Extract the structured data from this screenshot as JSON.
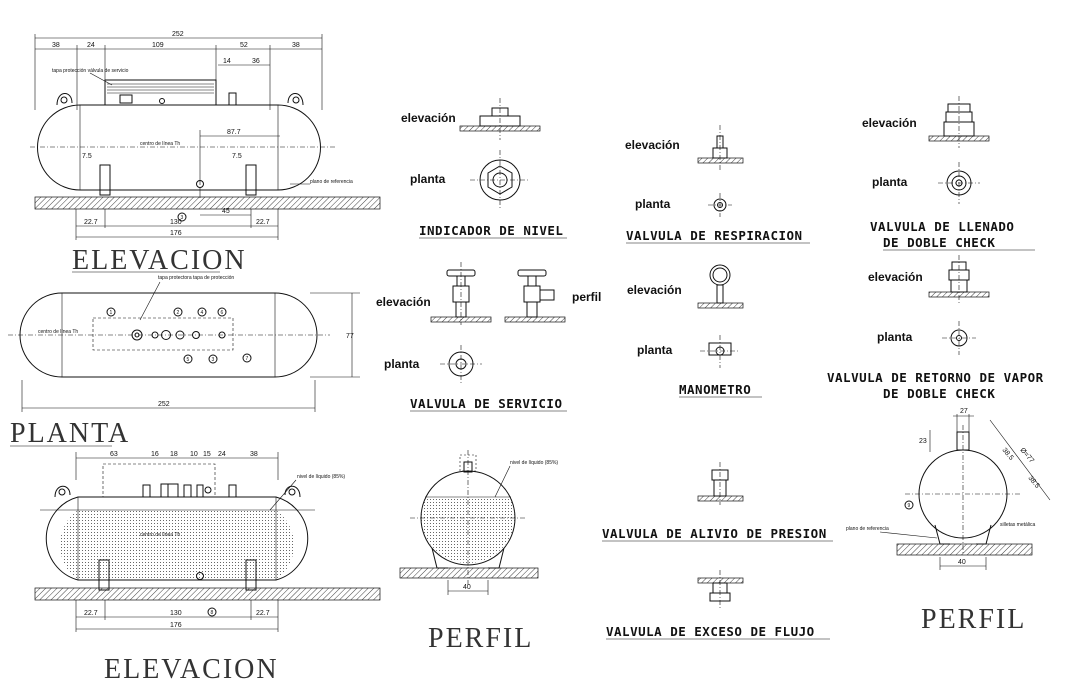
{
  "views": {
    "elevacion_1": "ELEVACION",
    "planta": "PLANTA",
    "elevacion_2": "ELEVACION",
    "perfil_1": "PERFIL",
    "perfil_2": "PERFIL"
  },
  "elev1_dims": {
    "total": "252",
    "seg1": "38",
    "seg2": "24",
    "seg3": "109",
    "seg4": "52",
    "seg5": "38",
    "seg6": "14",
    "seg7": "36",
    "d87": "87.7",
    "d7a": "7.5",
    "d7b": "7.5",
    "d22a": "22.7",
    "d130": "130",
    "d22b": "22.7",
    "d176": "176",
    "d45": "45",
    "note_top": "tapa protección válvula de servicio",
    "note_nivel": "centro de línea Th",
    "note_ref": "plano de referencia"
  },
  "planta_dims": {
    "total": "252",
    "height": "77",
    "note": "tapa protectora tapa de protección",
    "center": "centro de línea Th"
  },
  "elev2_dims": {
    "d63": "63",
    "d16": "16",
    "d18": "18",
    "d10": "10",
    "d15": "15",
    "d24": "24",
    "d38": "38",
    "d22a": "22.7",
    "d130": "130",
    "d22b": "22.7",
    "d176": "176",
    "note_liq": "nivel de líquido (85%)",
    "center": "centro de línea Th"
  },
  "perfil1": {
    "d40": "40",
    "note": "nivel de líquido (85%)"
  },
  "perfil2": {
    "d27": "27",
    "d23": "23",
    "d385a": "38.5",
    "d77": "Ø=77",
    "d385b": "38.5",
    "d40": "40",
    "note_ref": "plano de referencia",
    "note_sill": "silletas metálica"
  },
  "components": {
    "indicador": {
      "elev": "elevación",
      "plan": "planta",
      "title": "INDICADOR DE NIVEL"
    },
    "servicio": {
      "elev": "elevación",
      "perfil": "perfil",
      "plan": "planta",
      "title": "VALVULA DE SERVICIO"
    },
    "respiracion": {
      "elev": "elevación",
      "plan": "planta",
      "title": "VALVULA DE RESPIRACION"
    },
    "manometro": {
      "elev": "elevación",
      "plan": "planta",
      "title": "MANOMETRO"
    },
    "llenado": {
      "elev": "elevación",
      "plan": "planta",
      "title1": "VALVULA DE LLENADO",
      "title2": "DE DOBLE CHECK"
    },
    "retorno": {
      "elev": "elevación",
      "plan": "planta",
      "title1": "VALVULA DE RETORNO DE VAPOR",
      "title2": "DE DOBLE CHECK"
    },
    "alivio": {
      "title": "VALVULA DE ALIVIO DE PRESION"
    },
    "exceso": {
      "title": "VALVULA DE EXCESO DE FLUJO"
    }
  },
  "markers": {
    "m1": "1",
    "m2": "2",
    "m3": "3",
    "m4": "4",
    "m5": "5",
    "m6": "6",
    "m7": "7",
    "m8": "8",
    "m9": "9"
  }
}
